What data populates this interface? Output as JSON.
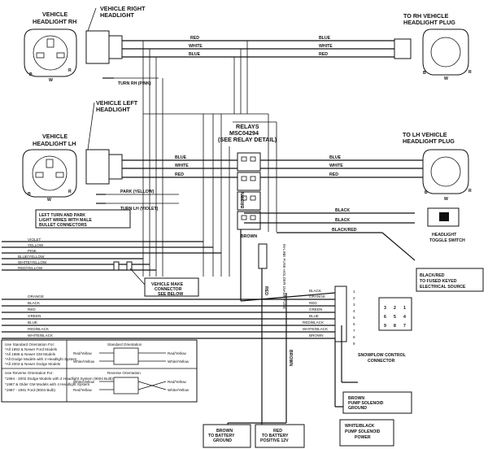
{
  "diagram": {
    "vehicle_headlight_rh": "VEHICLE HEADLIGHT RH",
    "vehicle_right_headlight": "VEHICLE RIGHT HEADLIGHT",
    "to_rh_plug": "TO RH VEHICLE HEADLIGHT PLUG",
    "vehicle_headlight_lh": "VEHICLE HEADLIGHT LH",
    "vehicle_left_headlight": "VEHICLE LEFT HEADLIGHT",
    "to_lh_plug": "TO LH VEHICLE HEADLIGHT PLUG",
    "relays_title": "RELAYS",
    "relays_part": "MSC04294",
    "relays_note": "(SEE RELAY DETAIL)",
    "wire_colors": {
      "red": "RED",
      "white": "WHITE",
      "blue": "BLUE",
      "black": "BLACK",
      "brown": "BROWN",
      "black_red": "BLACK/RED",
      "turn_rh": "TURN RH (PINK)",
      "park": "PARK (YELLOW)",
      "turn_lh": "TURN LH (VIOLET)"
    },
    "left_turn_note": "LEFT TURN AND PARK LIGHT WIRES WITH MALE BULLET CONNECTORS",
    "left_bundle": [
      "VIOLET",
      "YELLOW",
      "PINK",
      "BLUE/YELLOW",
      "WHITE/YELLOW",
      "RED/YELLOW"
    ],
    "vehicle_make_connector": "VEHICLE MAKE CONNECTOR SEE BELOW",
    "headlight_toggle": "HEADLIGHT TOGGLE SWITCH",
    "fused_source": "BLACK/RED TO FUSED KEYED ELECTRICAL SOURCE",
    "fuse_label": "IN-LINE FUSE HOLDER 15AMP FUSE",
    "bundle_left": [
      "ORANGE",
      "BLACK",
      "RED",
      "GREEN",
      "BLUE",
      "RED/BLACK",
      "WHITE/BLACK"
    ],
    "connector_right": [
      "BLACK",
      "ORANGE",
      "RED",
      "GREEN",
      "BLUE",
      "RED/BLACK",
      "WHITE/BLACK",
      "BROWN"
    ],
    "pin_numbers": [
      "1",
      "2",
      "3",
      "4",
      "5",
      "6",
      "7",
      "8",
      "9"
    ],
    "pin_grid": [
      "3",
      "2",
      "1",
      "6",
      "5",
      "4",
      "9",
      "8",
      "7"
    ],
    "snowplow_connector": "SNOWPLOW CONTROL CONNECTOR",
    "brown_pump": "BROWN PUMP SOLENOID GROUND",
    "brown_battery": "BROWN TO BATTERY GROUND",
    "red_battery": "RED TO BATTERY POSITIVE 12V",
    "white_black_pump": "WHITE/BLACK PUMP SOLENOID POWER",
    "pin_w": "W",
    "pin_b": "B",
    "pin_r": "R",
    "legend": {
      "standard_title": "Use Standard Orientation For:",
      "standard_items": [
        "*All 1992 & Newer Ford Models",
        "*All 1988 & Newer GM Models",
        "*All Dodge Models with 4 Headlight System",
        "*All 2003 & Newer Dodge Models"
      ],
      "reverse_title": "Use Reverse Orientation For:",
      "reverse_items": [
        "*1994 - 2002 Dodge Models with 2 Headlight System (9004 Bulb)",
        "*1987 & Older GM Models with 4 Headlight System",
        "*1987 - 1991 Ford (9004 Bulb)"
      ],
      "standard_orientation": "Standard Orientation",
      "reverse_orientation": "Reverse Orientation",
      "std_left": [
        "Red/Yellow",
        "White/Yellow"
      ],
      "std_right": [
        "Red/Yellow",
        "White/Yellow"
      ],
      "rev_left": [
        "White/Yellow",
        "Red/Yellow"
      ],
      "rev_right": [
        "Red/Yellow",
        "White/Yellow"
      ]
    }
  }
}
